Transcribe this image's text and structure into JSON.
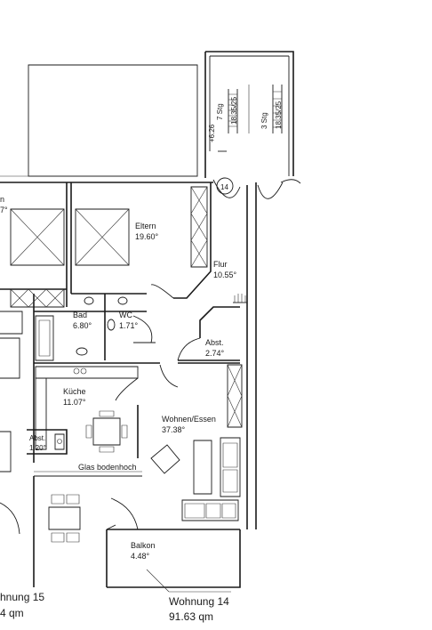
{
  "rooms": {
    "eltern": {
      "name": "Eltern",
      "area": "19.60°"
    },
    "flur": {
      "name": "Flur",
      "area": "10.55°"
    },
    "bad": {
      "name": "Bad",
      "area": "6.80°"
    },
    "wc": {
      "name": "WC",
      "area": "1.71°"
    },
    "abst_hall": {
      "name": "Abst.",
      "area": "2.74°"
    },
    "kueche": {
      "name": "Küche",
      "area": "11.07°"
    },
    "abst_kitchen": {
      "name": "Abst.",
      "area": "1.20°"
    },
    "wohnen": {
      "name": "Wohnen/Essen",
      "area": "37.38°"
    },
    "balkon": {
      "name": "Balkon",
      "area": "4.48°"
    },
    "left_partial_name": "n",
    "left_partial_area": "7°"
  },
  "annotations": {
    "glass": "Glas bodenhoch",
    "stair_marker": "14",
    "stair_left_steps": "7 Stg",
    "stair_left_dims": "18.35/25",
    "stair_level": "+6.26",
    "stair_right_steps": "3 Stg",
    "stair_right_dims": "18.35/25"
  },
  "units": {
    "left_name": "hnung 15",
    "left_area": "4 qm",
    "right_name": "Wohnung 14",
    "right_area": "91.63 qm"
  }
}
